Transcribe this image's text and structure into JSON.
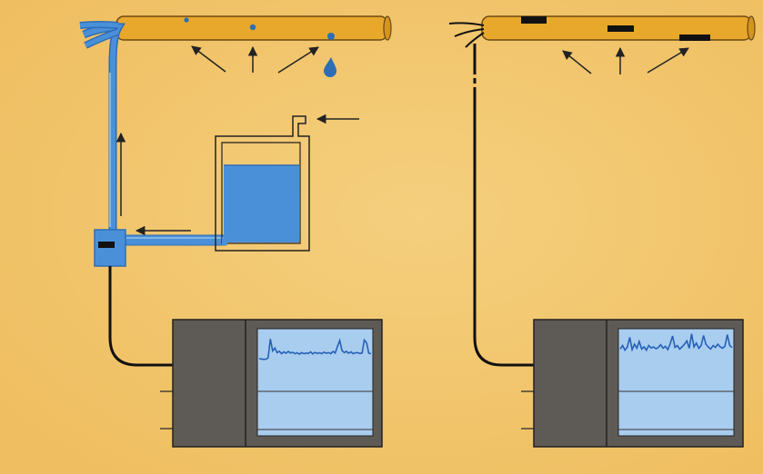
{
  "colors": {
    "background": "#f0c266",
    "tube": "#e8a82c",
    "tube_outline": "#6b4a12",
    "water": "#4a90d9",
    "water_dark": "#2f6db5",
    "monitor_body": "#5e5a55",
    "monitor_screen": "#a9cdef",
    "trace": "#2561b8",
    "cable": "#111111",
    "arrow": "#222222"
  },
  "diagrams": [
    {
      "method": "water-perfused",
      "tube_defect": "side-holes",
      "components": [
        "perfused-catheter",
        "water-reservoir",
        "pressure-transducer",
        "recorder-monitor"
      ]
    },
    {
      "method": "solid-state",
      "tube_defect": "embedded-sensors",
      "components": [
        "solid-state-catheter",
        "recorder-monitor"
      ]
    }
  ],
  "traces": {
    "left": [
      0.08,
      0.07,
      0.05,
      0.06,
      0.12,
      0.95,
      0.42,
      0.55,
      0.35,
      0.41,
      0.3,
      0.38,
      0.32,
      0.4,
      0.33,
      0.36,
      0.3,
      0.34,
      0.28,
      0.35,
      0.3,
      0.33,
      0.31,
      0.38,
      0.29,
      0.36,
      0.31,
      0.34,
      0.3,
      0.37,
      0.32,
      0.35,
      0.3,
      0.4,
      0.33,
      0.62,
      0.88,
      0.45,
      0.35,
      0.4,
      0.32,
      0.38,
      0.3,
      0.34,
      0.35,
      0.31,
      0.33,
      0.9,
      0.78,
      0.32,
      0.3
    ],
    "right": [
      0.42,
      0.55,
      0.38,
      0.5,
      0.85,
      0.4,
      0.6,
      0.45,
      0.7,
      0.42,
      0.5,
      0.38,
      0.55,
      0.46,
      0.5,
      0.43,
      0.48,
      0.58,
      0.45,
      0.52,
      0.4,
      0.62,
      0.9,
      0.48,
      0.55,
      0.42,
      0.5,
      0.6,
      0.72,
      0.45,
      0.98,
      0.5,
      0.64,
      0.45,
      0.55,
      0.92,
      0.6,
      0.5,
      0.42,
      0.55,
      0.48,
      0.6,
      0.5,
      0.45,
      0.52,
      0.95,
      0.55,
      0.48
    ]
  }
}
